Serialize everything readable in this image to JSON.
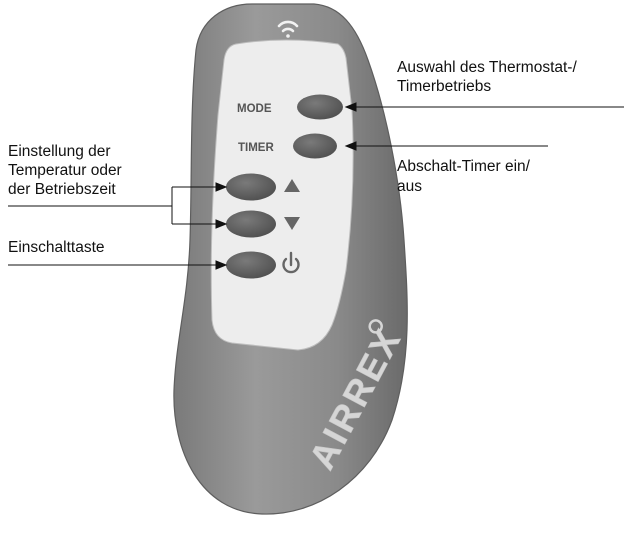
{
  "remote": {
    "brand": "AIRREX",
    "buttons": {
      "mode_label": "MODE",
      "timer_label": "TIMER"
    },
    "colors": {
      "body": "#8e8e8e",
      "body_dark": "#6f6f6f",
      "panel": "#eeeeee",
      "button": "#5f5f5f",
      "symbol": "#666666"
    }
  },
  "annotations": {
    "mode_line1": "Auswahl des Thermostat-/",
    "mode_line2": "Timerbetriebs",
    "timer_line1": "Abschalt-Timer ein/",
    "timer_line2": "aus",
    "adjust_line1": "Einstellung der",
    "adjust_line2": "Temperatur oder",
    "adjust_line3": "der Betriebszeit",
    "power_line1": "Einschalttaste"
  }
}
